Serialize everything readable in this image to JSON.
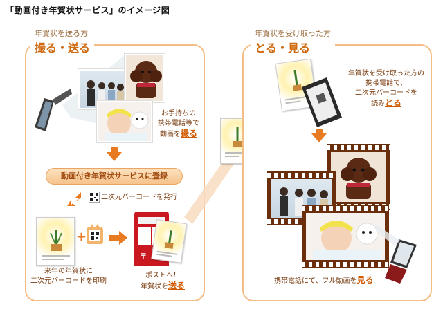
{
  "title": "「動画付き年賀状サービス」のイメージ図",
  "left_panel": {
    "sub": "年賀状を送る方",
    "head": "撮る・送る",
    "phone_note_l1": "お手持ちの",
    "phone_note_l2": "携帯電話等で",
    "phone_note_l3a": "動画を",
    "phone_note_l3b": "撮る",
    "register_label": "動画付き年賀状サービスに登録",
    "barcode_note": "二次元バーコードを発行",
    "print_note_l1": "来年の年賀状に",
    "print_note_l2": "二次元バーコードを印刷",
    "post_note_l1": "ポストへ！",
    "post_note_l2a": "年賀状を",
    "post_note_l2b": "送る"
  },
  "right_panel": {
    "sub": "年賀状を受け取った方",
    "head": "とる・見る",
    "recv_note_l1": "年賀状を受け取った方の",
    "recv_note_l2": "携帯電話で、",
    "recv_note_l3": "二次元バーコードを",
    "recv_note_l4a": "読み",
    "recv_note_l4b": "とる",
    "view_note_a": "携帯電話にて、フル動画を",
    "view_note_b": "見る"
  },
  "colors": {
    "accent": "#e87a22",
    "panel_border": "#f3bd86",
    "film": "#6b2e0c"
  }
}
